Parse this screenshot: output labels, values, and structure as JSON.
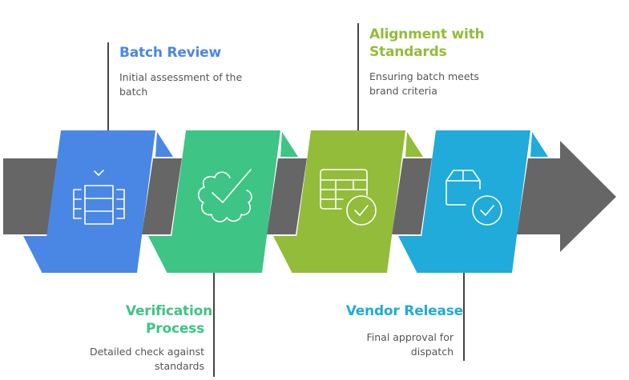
{
  "diagram": {
    "type": "process-flow",
    "arrow_color": "#666666",
    "steps": [
      {
        "title_line1": "Batch Review",
        "title_line2": "",
        "desc_line1": "Initial assessment of the",
        "desc_line2": "batch",
        "icon": "batch-list-check-icon",
        "color": "#4a87e4",
        "label_position": "top"
      },
      {
        "title_line1": "Verification",
        "title_line2": "Process",
        "desc_line1": "Detailed check against",
        "desc_line2": "standards",
        "icon": "badge-check-icon",
        "color": "#3ec485",
        "label_position": "bottom"
      },
      {
        "title_line1": "Alignment with",
        "title_line2": "Standards",
        "desc_line1": "Ensuring batch meets",
        "desc_line2": "brand criteria",
        "icon": "table-check-icon",
        "color": "#93bc3a",
        "label_position": "top"
      },
      {
        "title_line1": "Vendor Release",
        "title_line2": "",
        "desc_line1": "Final approval for",
        "desc_line2": "dispatch",
        "icon": "package-check-icon",
        "color": "#20abda",
        "label_position": "bottom"
      }
    ]
  }
}
